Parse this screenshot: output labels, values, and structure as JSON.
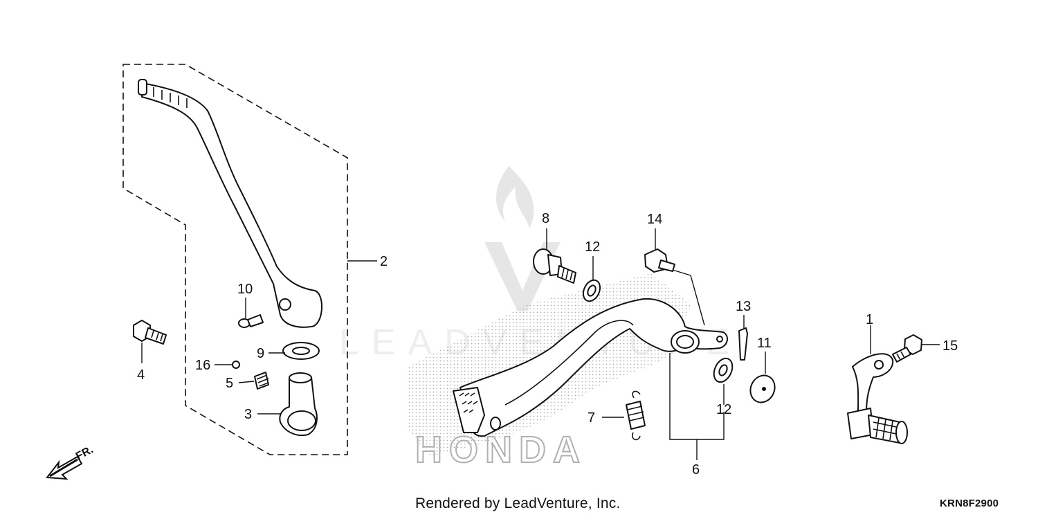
{
  "watermark": {
    "text": "LEADVENTURE"
  },
  "callouts": {
    "c1": "1",
    "c2": "2",
    "c3": "3",
    "c4": "4",
    "c5": "5",
    "c6": "6",
    "c7": "7",
    "c8": "8",
    "c9": "9",
    "c10": "10",
    "c11": "11",
    "c12a": "12",
    "c12b": "12",
    "c13": "13",
    "c14": "14",
    "c15": "15",
    "c16": "16"
  },
  "direction": {
    "label": "FR."
  },
  "footer": {
    "credit": "Rendered by LeadVenture, Inc.",
    "diagram_code": "KRN8F2900"
  },
  "colors": {
    "line": "#111111",
    "halftone": "#b0b0b0",
    "watermark": "#e6e6e6"
  }
}
